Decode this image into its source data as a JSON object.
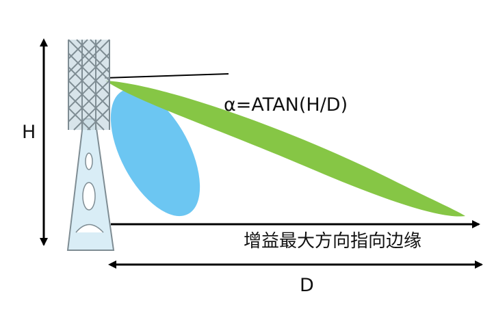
{
  "diagram": {
    "labels": {
      "height": "H",
      "formula": "α=ATAN(H/D)",
      "direction": "增益最大方向指向边缘",
      "distance": "D"
    },
    "colors": {
      "main_beam": "#86c645",
      "secondary_beam": "#6cc6f2",
      "tower_fill": "#d9edf6",
      "tower_stroke": "#7e8c93",
      "arrows": "#000000"
    },
    "icons": {
      "tower": "antenna-tower-icon"
    }
  }
}
